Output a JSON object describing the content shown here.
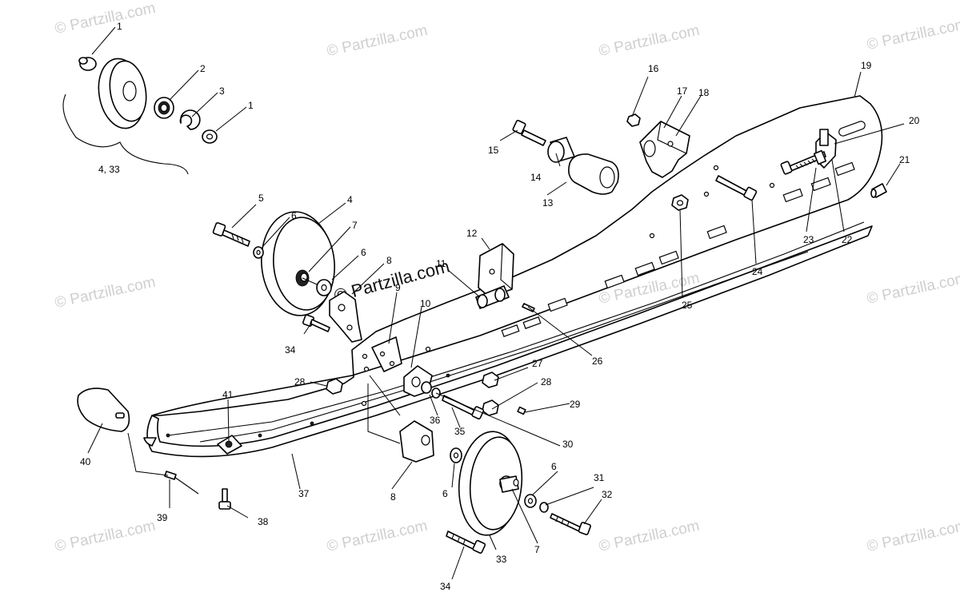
{
  "watermark": {
    "text": "© Partzilla.com",
    "center_text": "© Partzilla.com"
  },
  "callouts": [
    {
      "id": "c1a",
      "label": "1"
    },
    {
      "id": "c2",
      "label": "2"
    },
    {
      "id": "c3",
      "label": "3"
    },
    {
      "id": "c1b",
      "label": "1"
    },
    {
      "id": "c4-33",
      "label": "4,  33"
    },
    {
      "id": "c5",
      "label": "5"
    },
    {
      "id": "c6a",
      "label": "6"
    },
    {
      "id": "c4",
      "label": "4"
    },
    {
      "id": "c7a",
      "label": "7"
    },
    {
      "id": "c6b",
      "label": "6"
    },
    {
      "id": "c8a",
      "label": "8"
    },
    {
      "id": "c9",
      "label": "9"
    },
    {
      "id": "c10",
      "label": "10"
    },
    {
      "id": "c11",
      "label": "11"
    },
    {
      "id": "c12",
      "label": "12"
    },
    {
      "id": "c13",
      "label": "13"
    },
    {
      "id": "c14",
      "label": "14"
    },
    {
      "id": "c15",
      "label": "15"
    },
    {
      "id": "c16",
      "label": "16"
    },
    {
      "id": "c17",
      "label": "17"
    },
    {
      "id": "c18",
      "label": "18"
    },
    {
      "id": "c19",
      "label": "19"
    },
    {
      "id": "c20",
      "label": "20"
    },
    {
      "id": "c21",
      "label": "21"
    },
    {
      "id": "c22",
      "label": "22"
    },
    {
      "id": "c23",
      "label": "23"
    },
    {
      "id": "c24",
      "label": "24"
    },
    {
      "id": "c25",
      "label": "25"
    },
    {
      "id": "c26",
      "label": "26"
    },
    {
      "id": "c27",
      "label": "27"
    },
    {
      "id": "c28a",
      "label": "28"
    },
    {
      "id": "c28b",
      "label": "28"
    },
    {
      "id": "c29",
      "label": "29"
    },
    {
      "id": "c30",
      "label": "30"
    },
    {
      "id": "c31",
      "label": "31"
    },
    {
      "id": "c32",
      "label": "32"
    },
    {
      "id": "c33",
      "label": "33"
    },
    {
      "id": "c34a",
      "label": "34"
    },
    {
      "id": "c34b",
      "label": "34"
    },
    {
      "id": "c35",
      "label": "35"
    },
    {
      "id": "c36",
      "label": "36"
    },
    {
      "id": "c37",
      "label": "37"
    },
    {
      "id": "c38",
      "label": "38"
    },
    {
      "id": "c39",
      "label": "39"
    },
    {
      "id": "c40",
      "label": "40"
    },
    {
      "id": "c41",
      "label": "41"
    },
    {
      "id": "c6c",
      "label": "6"
    },
    {
      "id": "c6d",
      "label": "6"
    },
    {
      "id": "c7b",
      "label": "7"
    },
    {
      "id": "c8b",
      "label": "8"
    }
  ]
}
